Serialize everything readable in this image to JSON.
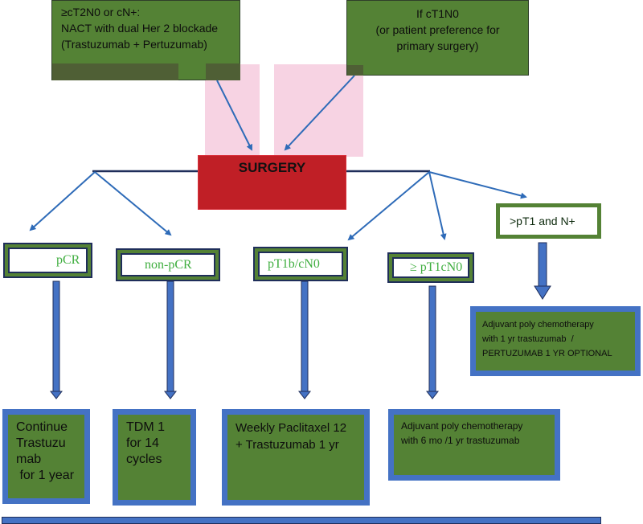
{
  "top_boxes": {
    "left": {
      "line1": "≥cT2N0 or cN+:",
      "line2": "NACT with dual Her 2 blockade",
      "line3": "(Trastuzumab + Pertuzumab)"
    },
    "right": {
      "line1": "If cT1N0",
      "line2": "(or patient preference for",
      "line3": "primary surgery)"
    }
  },
  "surgery": {
    "label": "SURGERY"
  },
  "outcomes": [
    {
      "id": "pcr",
      "label": "pCR"
    },
    {
      "id": "non-pcr",
      "label": "non-pCR"
    },
    {
      "id": "pt1b-cn0",
      "label": "pT1b/cN0"
    },
    {
      "id": "ge-pt1cn0",
      "label": "≥ pT1cN0"
    },
    {
      "id": "gt-pt1-n-plus",
      "label": ">pT1 and N+"
    }
  ],
  "treatments": [
    {
      "id": "continue-trastuzumab",
      "lines": [
        "Continue",
        "Trastuzu",
        "mab",
        " for 1 year"
      ]
    },
    {
      "id": "tdm1",
      "lines": [
        "TDM 1",
        "for 14",
        "cycles"
      ]
    },
    {
      "id": "weekly-paclitaxel",
      "lines": [
        "Weekly Paclitaxel 12",
        "+ Trastuzumab 1 yr"
      ]
    },
    {
      "id": "adjuvant-6mo",
      "lines": [
        "Adjuvant poly chemotherapy",
        "with 6 mo /1 yr trastuzumab"
      ]
    },
    {
      "id": "adjuvant-1yr",
      "lines": [
        "Adjuvant poly chemotherapy",
        "with 1 yr trastuzumab  /",
        "PERTUZUMAB 1 YR OPTIONAL"
      ]
    }
  ],
  "colors": {
    "box_green": "#548235",
    "surgery_red": "#c01f26",
    "arrow_blue": "#2e6bb8",
    "frame_blue": "#4472c4",
    "outcome_text_green": "#3fae3f",
    "pink_highlight": "#f7d3e3"
  }
}
